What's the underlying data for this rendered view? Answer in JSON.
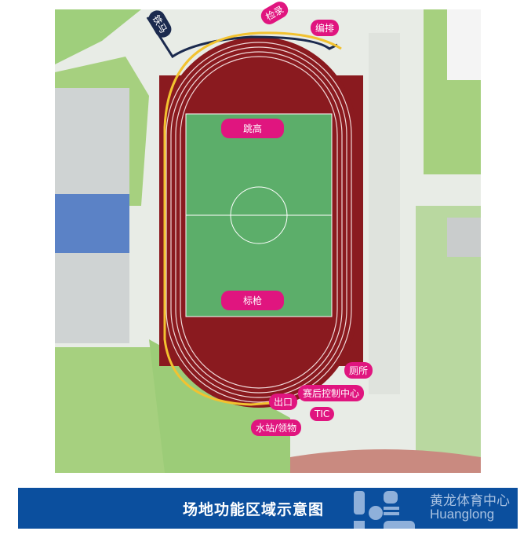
{
  "map": {
    "labels": {
      "iron_gate": "铁马",
      "checkin": "检录",
      "scheduling": "编排",
      "high_jump": "跳高",
      "javelin": "标枪",
      "toilet": "厕所",
      "post_control": "赛后控制中心",
      "exit": "出口",
      "tic": "TIC",
      "water_station": "水站/领物"
    },
    "colors": {
      "track": "#8a1a1f",
      "field": "#5cae6a",
      "label": "#e0157f",
      "route": "#f2c230",
      "barrier": "#1b2a4e"
    }
  },
  "banner": {
    "title": "场地功能区域示意图",
    "org_cn": "黄龙体育中心",
    "org_en": "Huanglong"
  }
}
